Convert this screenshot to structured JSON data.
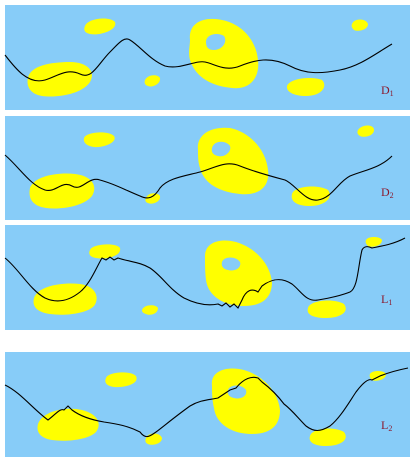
{
  "colors": {
    "background": "#ffffff",
    "panel": "#87ccf8",
    "blob": "#ffff00",
    "curve": "#000000",
    "label": "#8b1a2e"
  },
  "panels": [
    {
      "label_main": "D",
      "label_sub": "1"
    },
    {
      "label_main": "D",
      "label_sub": "2"
    },
    {
      "label_main": "L",
      "label_sub": "1"
    },
    {
      "label_main": "L",
      "label_sub": "2"
    }
  ]
}
